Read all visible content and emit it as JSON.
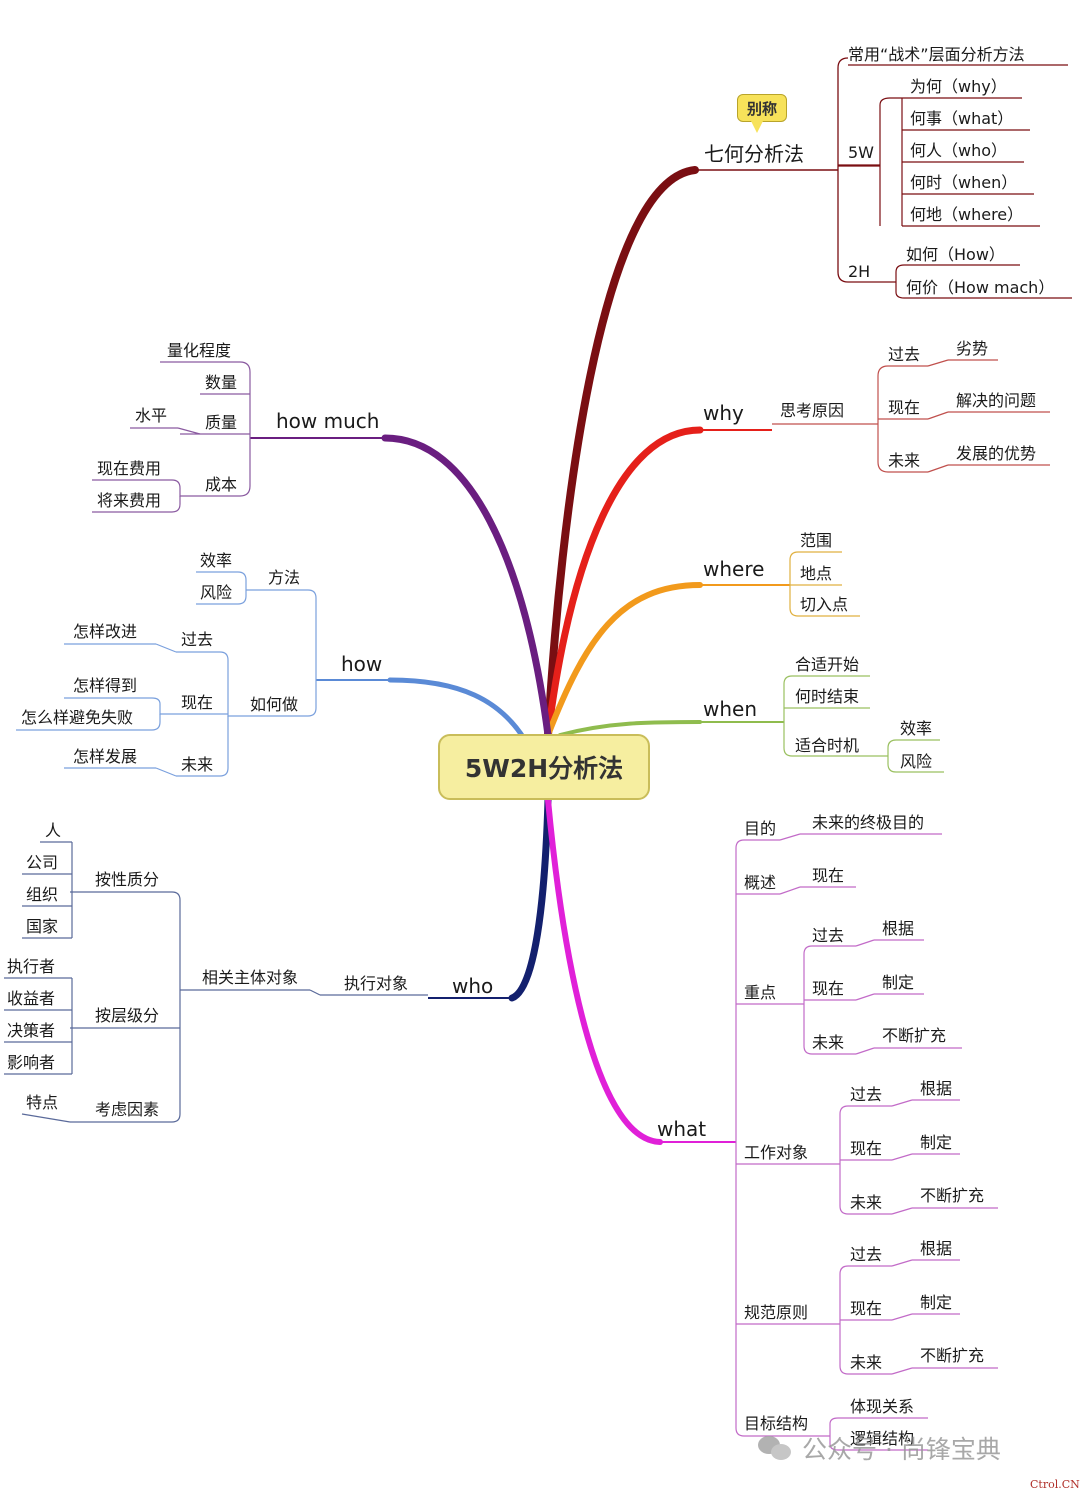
{
  "center": "5W2H分析法",
  "callout": "别称",
  "seven": {
    "title": "七何分析法",
    "method": "常用“战术”层面分析方法",
    "fivew": "5W",
    "fivew_items": [
      "为何（why）",
      "何事（what）",
      "何人（who）",
      "何时（when）",
      "何地（where）"
    ],
    "twoh": "2H",
    "twoh_items": [
      "如何（How）",
      "何价（How mach）"
    ]
  },
  "why": {
    "title": "why",
    "sub": "思考原因",
    "times": [
      "过去",
      "现在",
      "未来"
    ],
    "details": [
      "劣势",
      "解决的问题",
      "发展的优势"
    ]
  },
  "where": {
    "title": "where",
    "items": [
      "范围",
      "地点",
      "切入点"
    ]
  },
  "when": {
    "title": "when",
    "items": [
      "合适开始",
      "何时结束",
      "适合时机"
    ],
    "timing": [
      "效率",
      "风险"
    ]
  },
  "howmuch": {
    "title": "how much",
    "items": [
      "量化程度",
      "数量",
      "质量",
      "成本"
    ],
    "quality_sub": "水平",
    "cost_sub": [
      "现在费用",
      "将来费用"
    ]
  },
  "how": {
    "title": "how",
    "method": "方法",
    "method_sub": [
      "效率",
      "风险"
    ],
    "todo": "如何做",
    "times": [
      "过去",
      "现在",
      "未来"
    ],
    "past_sub": "怎样改进",
    "now_sub": [
      "怎样得到",
      "怎么样避免失败"
    ],
    "future_sub": "怎样发展"
  },
  "who": {
    "title": "who",
    "sub": "执行对象",
    "subsub": "相关主体对象",
    "nature": "按性质分",
    "nature_items": [
      "人",
      "公司",
      "组织",
      "国家"
    ],
    "level": "按层级分",
    "level_items": [
      "执行者",
      "收益者",
      "决策者",
      "影响者"
    ],
    "factor": "考虑因素",
    "factor_items": [
      "特点"
    ]
  },
  "what": {
    "title": "what",
    "goal": "目的",
    "goal_sub": "未来的终极目的",
    "overview": "概述",
    "overview_sub": "现在",
    "focus": "重点",
    "work": "工作对象",
    "norm": "规范原则",
    "structure": "目标结构",
    "times": [
      "过去",
      "现在",
      "未来"
    ],
    "tsubs": [
      "根据",
      "制定",
      "不断扩充"
    ],
    "structure_items": [
      "体现关系",
      "逻辑结构"
    ]
  },
  "colors": {
    "seven": "#7a0e12",
    "why": "#e5201a",
    "where": "#f29a1c",
    "when": "#8fbc4e",
    "howmuch": "#6a1e80",
    "how": "#5a8ad6",
    "who": "#13206e",
    "what": "#e020d8"
  },
  "watermark": "公众号 · 尚锋宝典",
  "credit": "Ctrol.CN"
}
